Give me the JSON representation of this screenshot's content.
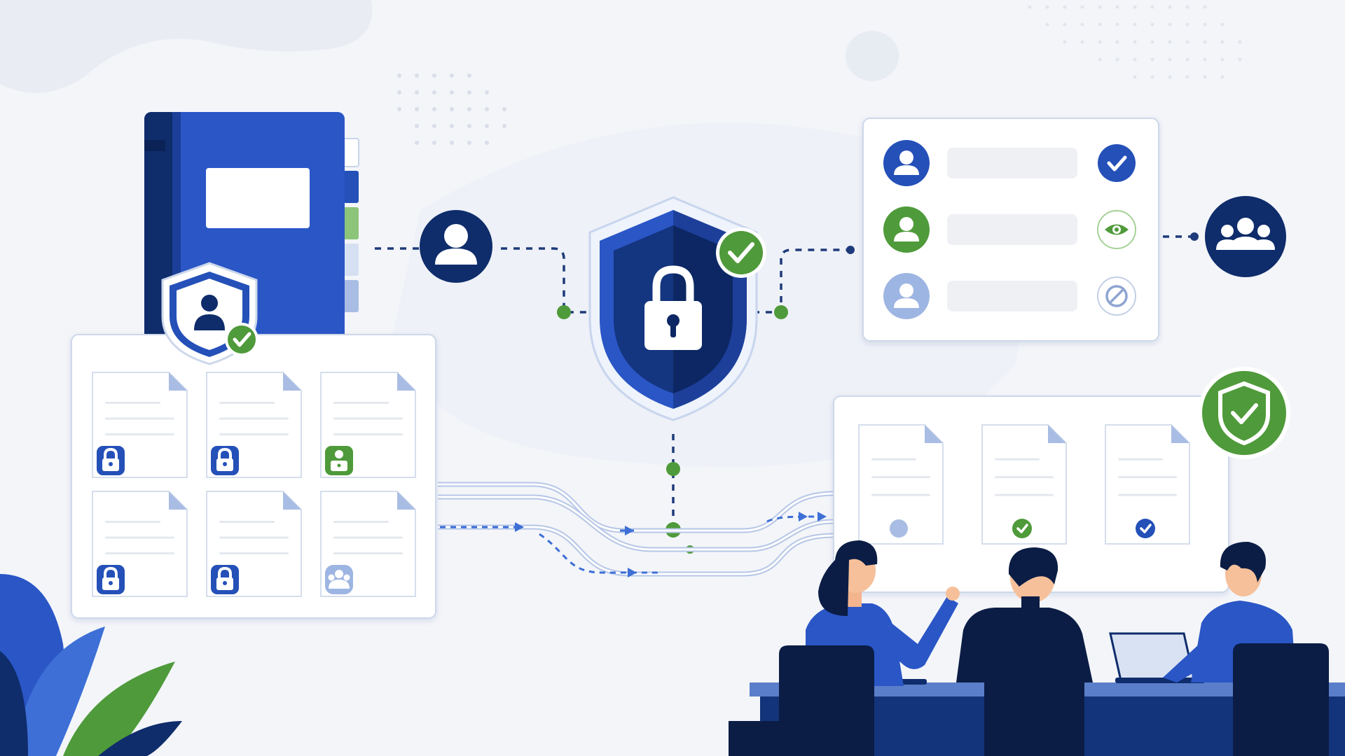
{
  "scene": {
    "description_visible_text": [],
    "colors": {
      "navy": "#0d2a5e",
      "blue": "#2450b8",
      "mid_blue": "#3d6fd6",
      "light_blue": "#9db5e2",
      "green": "#4f9a3a",
      "bg": "#f3f5f9",
      "card": "#ffffff",
      "card_border": "#cdd8ea",
      "placeholder": "#eef0f4"
    }
  },
  "binder": {
    "icon": "binder-icon",
    "badge_icon": "user-shield-check-icon"
  },
  "repository": {
    "documents": [
      {
        "icon": "lock-icon",
        "status": "locked"
      },
      {
        "icon": "lock-icon",
        "status": "locked"
      },
      {
        "icon": "user-lock-icon",
        "status": "personal"
      },
      {
        "icon": "lock-icon",
        "status": "locked"
      },
      {
        "icon": "lock-icon",
        "status": "locked"
      },
      {
        "icon": "group-lock-icon",
        "status": "shared"
      }
    ]
  },
  "central_shield": {
    "icon": "padlock-shield-icon",
    "badge_icon": "check-badge-icon"
  },
  "access_list": {
    "rows": [
      {
        "avatar_color": "#2450b8",
        "permission_icon": "check-icon"
      },
      {
        "avatar_color": "#4f9a3a",
        "permission_icon": "eye-icon"
      },
      {
        "avatar_color": "#9db5e2",
        "permission_icon": "blocked-icon"
      }
    ],
    "group_icon": "users-group-icon"
  },
  "approved_docs": {
    "documents": [
      {
        "status_icon": "pending-dot-icon"
      },
      {
        "status_icon": "green-check-icon"
      },
      {
        "status_icon": "blue-check-icon"
      }
    ],
    "badge_icon": "shield-check-icon"
  },
  "team": {
    "people": [
      "woman-pointing",
      "man-center",
      "man-laptop"
    ]
  }
}
